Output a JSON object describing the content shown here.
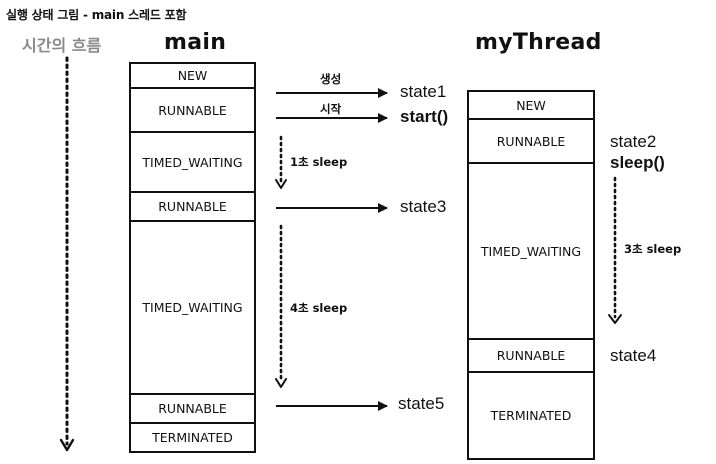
{
  "title": "실행 상태 그림 - main 스레드 포함",
  "time_label": "시간의 흐름",
  "columns": {
    "main": {
      "title": "main",
      "states": [
        "NEW",
        "RUNNABLE",
        "TIMED_WAITING",
        "RUNNABLE",
        "TIMED_WAITING",
        "RUNNABLE",
        "TERMINATED"
      ]
    },
    "thread": {
      "title": "myThread",
      "states": [
        "NEW",
        "RUNNABLE",
        "TIMED_WAITING",
        "RUNNABLE",
        "TERMINATED"
      ]
    }
  },
  "arrows": {
    "create_label": "생성",
    "start_label": "시작",
    "sleep1_label": "1초 sleep",
    "sleep4_label": "4초 sleep",
    "sleep3_label": "3초 sleep"
  },
  "state_labels": {
    "state1": "state1",
    "start_call": "start()",
    "state2": "state2",
    "sleep_call": "sleep()",
    "state3": "state3",
    "state4": "state4",
    "state5": "state5"
  },
  "colors": {
    "ink": "#111111",
    "muted": "#8a8a8a"
  }
}
